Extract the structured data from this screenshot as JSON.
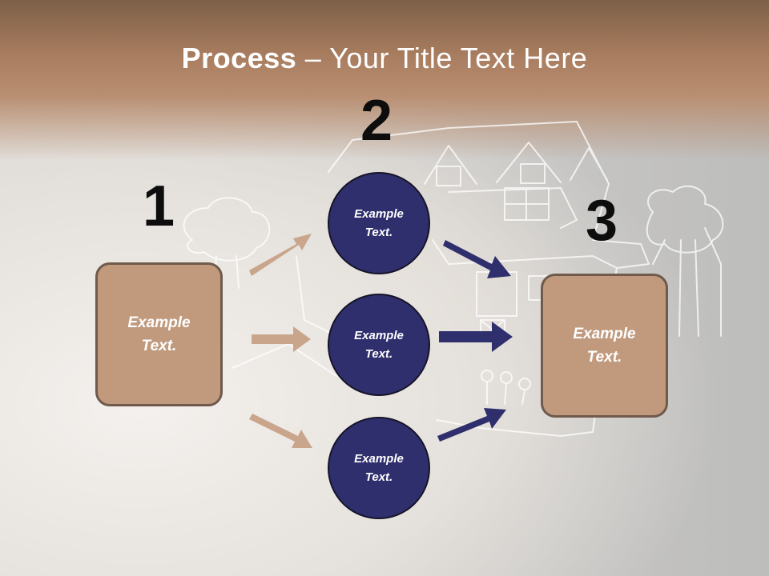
{
  "title": {
    "bold": "Process",
    "dash": " – ",
    "rest": "Your Title Text Here"
  },
  "steps": {
    "one": "1",
    "two": "2",
    "three": "3"
  },
  "left_box": {
    "line1": "Example",
    "line2": "Text."
  },
  "right_box": {
    "line1": "Example",
    "line2": "Text."
  },
  "circles": [
    {
      "line1": "Example",
      "line2": "Text."
    },
    {
      "line1": "Example",
      "line2": "Text."
    },
    {
      "line1": "Example",
      "line2": "Text."
    }
  ],
  "colors": {
    "box_fill": "#c19a7e",
    "box_border": "#6f5a4b",
    "circle_fill": "#2f2f6d",
    "arrow_tan": "#c9a58c",
    "arrow_navy": "#2f2f6d"
  }
}
